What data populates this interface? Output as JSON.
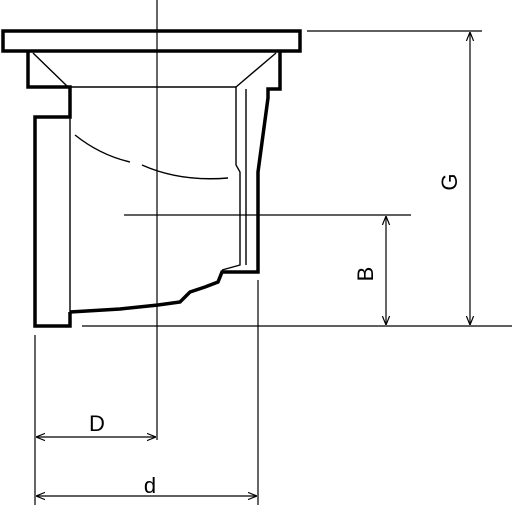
{
  "drawing": {
    "labels": {
      "g": "G",
      "b": "B",
      "d_small": "D",
      "d_large": "d"
    }
  }
}
